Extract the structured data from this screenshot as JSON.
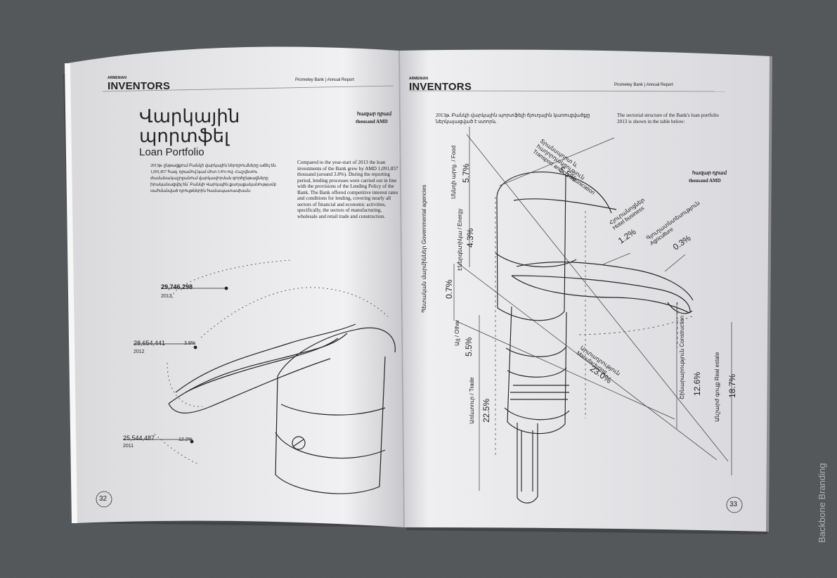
{
  "left_page": {
    "brand_small": "ARMENIAN",
    "brand": "INVENTORS",
    "header_right": "Prometey Bank | Annual Report",
    "title_arm_line1": "Վարկային",
    "title_arm_line2": "պորտֆել",
    "subtitle": "Loan Portfolio",
    "unit_arm": "հազար դրամ",
    "unit_en": "thousand AMD",
    "armenian_paragraph": "2013թ. ընթացքում Բանկի վարկային ներդրումները աճել են 1,091,857 հազ. դրամով կամ մոտ 3.8%-ով։ Հաշվետու ժամանակաշրջանում վարկավորման գործընթացները իրականացվել են՝ Բանկի Վարկային քաղաքականությամբ սահմանված դրույթներին համապատասխան։",
    "english_paragraph": "Compared to the year-start of 2013 the loan investments of the Bank grew by AMD 1,091,857 thousand (around 3.8%). During the reporting period, lending processes were carried out in line with the provisions of the Lending Policy of the Bank. The Bank offered competitive interest rates and conditions for lending, covering nearly all sectors of financial and economic activities, specifically, the sectors of manufacturing, wholesale and retail trade and construction.",
    "page_number": "32",
    "values": [
      {
        "amount": "29,746,298",
        "year": "2013"
      },
      {
        "amount": "28,654,441",
        "year": "2012",
        "growth": "3.8%"
      },
      {
        "amount": "25,544,487",
        "year": "2011",
        "growth": "12.2%"
      }
    ]
  },
  "right_page": {
    "brand_small": "ARMENIAN",
    "brand": "INVENTORS",
    "header_right": "Prometey Bank | Annual Report",
    "arm_intro": "2013թ. Բանկի վարկային պորտֆելի ճյուղային կառուցվածքը ներկայացված է ստորև",
    "english_intro": "The sectorial structure of the Bank's loan portfolio 2013 is shown in the table below:",
    "unit_arm": "հազար դրամ",
    "unit_en": "thousand AMD",
    "page_number": "33",
    "sectors": [
      {
        "label": "Սննդի արդյ. / Food",
        "value": "5.7%"
      },
      {
        "label": "Էներգետիկա / Energy",
        "value": "4.3%"
      },
      {
        "label": "Պետական մարմիններ Governmental agencies",
        "value": "0.7%"
      },
      {
        "label": "Այլ / Other",
        "value": "5.5%"
      },
      {
        "label": "Առևտուր / Trade",
        "value": "22.5%"
      },
      {
        "label": "Տրանսպորտ և հաղորդակցություն Transport and communication",
        "value": "5.5%"
      },
      {
        "label": "Հյուրանոցներ Hotel business",
        "value": "1.2%"
      },
      {
        "label": "Գյուղատնտեսություն Agriculture",
        "value": "0.3%"
      },
      {
        "label": "Արտադրություն Manufacturing",
        "value": "23.0%"
      },
      {
        "label": "Շինարարություն Construction",
        "value": "12.6%"
      },
      {
        "label": "Անշարժ գույք Real estate",
        "value": "18.7%"
      }
    ]
  },
  "credit": "Backbone Branding"
}
